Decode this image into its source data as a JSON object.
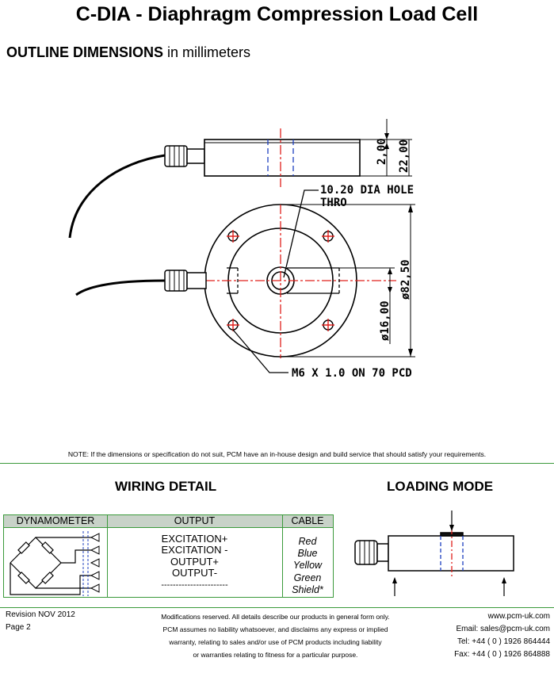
{
  "header": {
    "title": "C-DIA - Diaphragm Compression Load Cell",
    "subtitle_bold": "OUTLINE DIMENSIONS",
    "subtitle_rest": " in millimeters"
  },
  "drawing": {
    "dim_2": "2,00",
    "dim_22": "22,00",
    "hole_line1": "10.20 DIA HOLE",
    "hole_line2": "THRO",
    "dim_dia": "ø82,50",
    "dim_16": "ø16,00",
    "pcd_label": "M6 X 1.0 ON 70 PCD"
  },
  "note": "NOTE: If the dimensions or specification do not suit, PCM have an in-house design and build service that should satisfy your requirements.",
  "wiring": {
    "heading": "WIRING DETAIL",
    "col_dynamometer": "DYNAMOMETER",
    "col_output": "OUTPUT",
    "col_cable": "CABLE",
    "outputs": [
      "EXCITATION+",
      "EXCITATION -",
      "OUTPUT+",
      "OUTPUT-",
      "-----------------------"
    ],
    "cables": [
      "Red",
      "Blue",
      "Yellow",
      "Green",
      "Shield*"
    ]
  },
  "loading": {
    "heading": "LOADING MODE"
  },
  "footer": {
    "revision": "Revision NOV 2012",
    "page": "Page 2",
    "modifications": [
      "Modifications reserved. All details describe our products in general form only.",
      "PCM assumes no liability whatsoever, and disclaims any express or implied",
      "warranty, relating to sales and/or use of PCM products including liability",
      "or warranties relating to fitness for a particular purpose."
    ],
    "website": "www.pcm-uk.com",
    "email": "Email: sales@pcm-uk.com",
    "tel": "Tel: +44 ( 0 ) 1926 864444",
    "fax": "Fax: +44 ( 0 ) 1926 864888"
  },
  "colors": {
    "rule_green": "#3b9a3b",
    "header_grey": "#c8d2c8",
    "center_red": "#e0201c",
    "hidden_blue": "#1d3fbf"
  }
}
